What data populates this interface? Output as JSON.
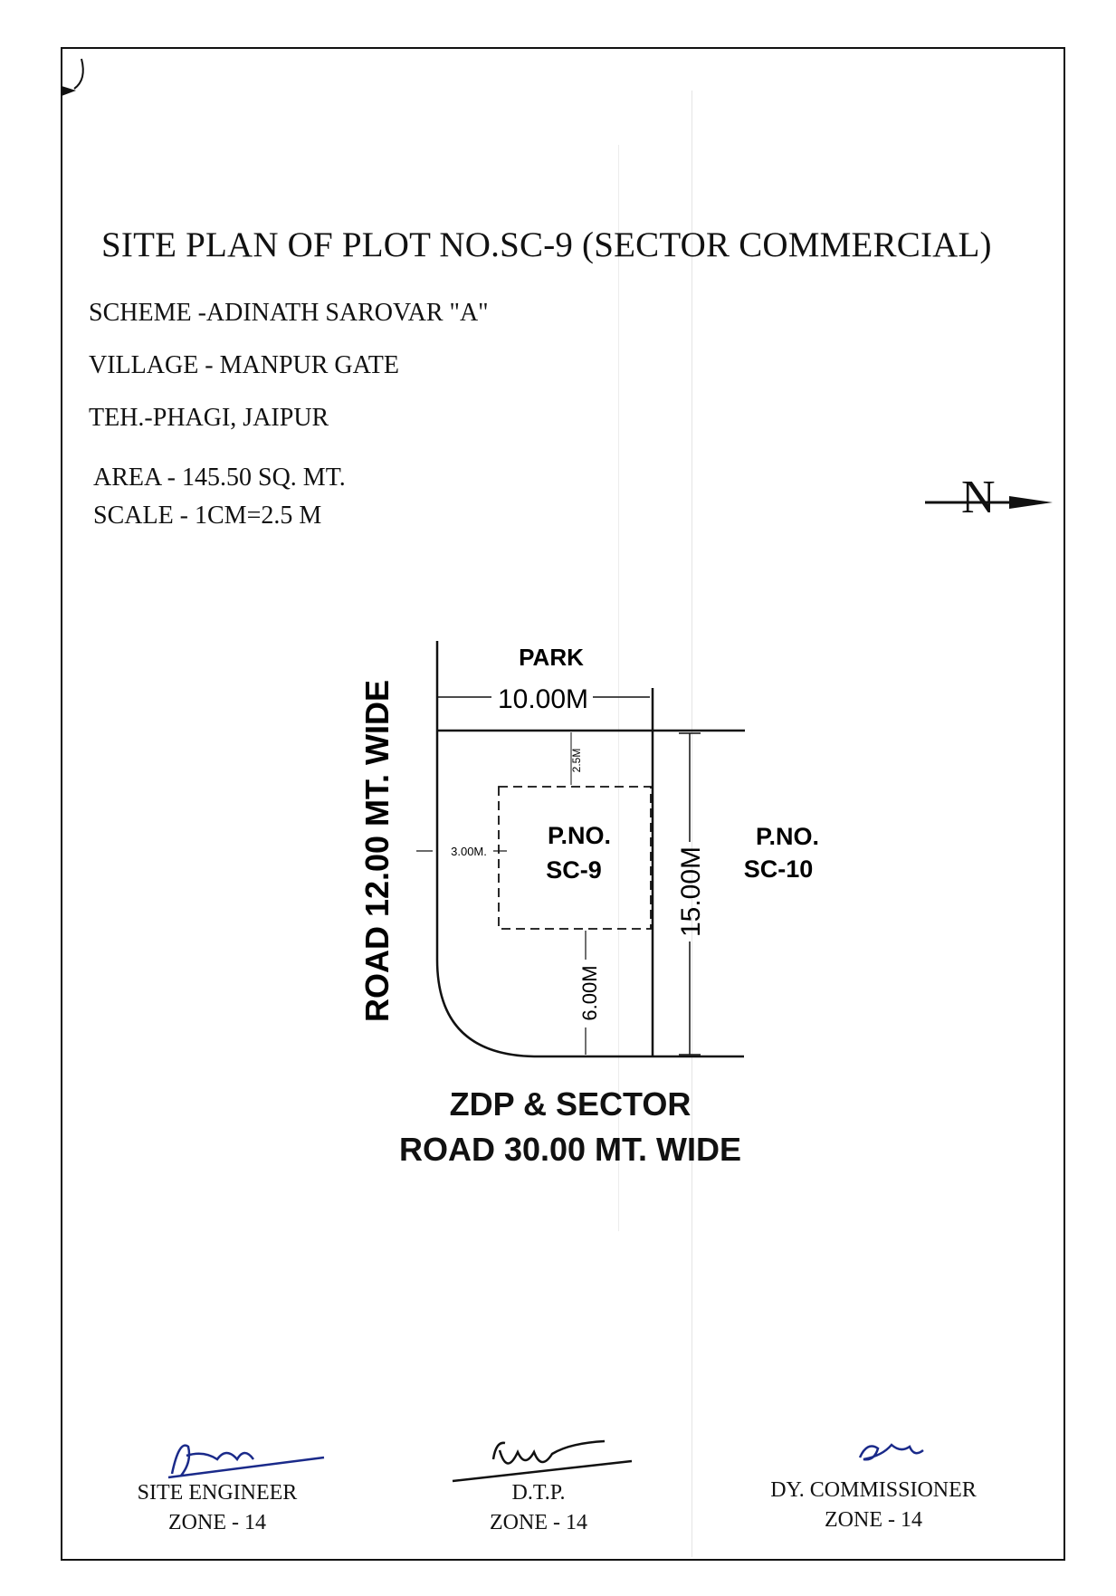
{
  "document": {
    "title": "SITE PLAN OF PLOT NO.SC-9 (SECTOR COMMERCIAL)",
    "scheme": "SCHEME -ADINATH SAROVAR \"A\"",
    "village": "VILLAGE  - MANPUR GATE",
    "tehsil": "TEH.-PHAGI, JAIPUR",
    "area": "AREA  - 145.50  SQ. MT.",
    "scale": "SCALE -  1CM=2.5 M",
    "north_label": "N"
  },
  "plan": {
    "park_label": "PARK",
    "front_dim": "10.00M",
    "depth_dim": "15.00M",
    "setback_top": "2.5M",
    "setback_left": "3.00M.",
    "setback_bottom": "6.00M",
    "plot_label_line1": "P.NO.",
    "plot_label_line2": "SC-9",
    "neighbor_line1": "P.NO.",
    "neighbor_line2": "SC-10",
    "road_left": "ROAD 12.00 MT. WIDE",
    "road_bottom_line1": "ZDP & SECTOR",
    "road_bottom_line2": "ROAD 30.00 MT. WIDE"
  },
  "signatures": {
    "site_engineer": {
      "title": "SITE ENGINEER",
      "zone": "ZONE - 14"
    },
    "dtp": {
      "title": "D.T.P.",
      "zone": "ZONE - 14"
    },
    "dy_commissioner": {
      "title": "DY. COMMISSIONER",
      "zone": "ZONE - 14"
    }
  }
}
